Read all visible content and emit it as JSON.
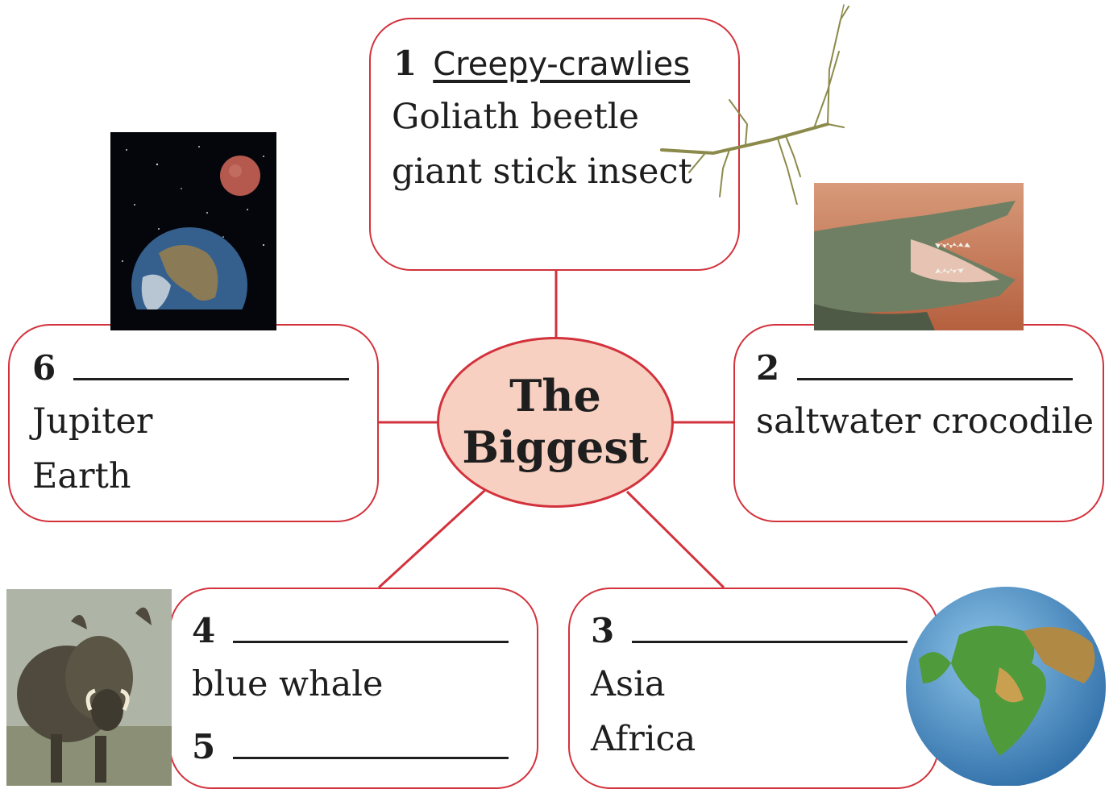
{
  "center": {
    "line1": "The",
    "line2": "Biggest"
  },
  "boxes": {
    "creepy": {
      "number": "1",
      "title": "Creepy-crawlies",
      "items": [
        "Goliath beetle",
        "giant stick insect"
      ]
    },
    "reptiles": {
      "number": "2",
      "items": [
        "saltwater crocodile"
      ]
    },
    "continents": {
      "number": "3",
      "items": [
        "Asia",
        "Africa"
      ]
    },
    "mammals": {
      "number": "4",
      "items": [
        "blue whale"
      ],
      "second_number": "5"
    },
    "planets": {
      "number": "6",
      "items": [
        "Jupiter",
        "Earth"
      ]
    }
  },
  "pictures": [
    "stick-insect",
    "crocodile",
    "globe",
    "warthog",
    "earth-and-moon"
  ],
  "colors": {
    "border": "#d3323c",
    "center_fill": "#f7d0c1",
    "text": "#1e1e1e"
  }
}
